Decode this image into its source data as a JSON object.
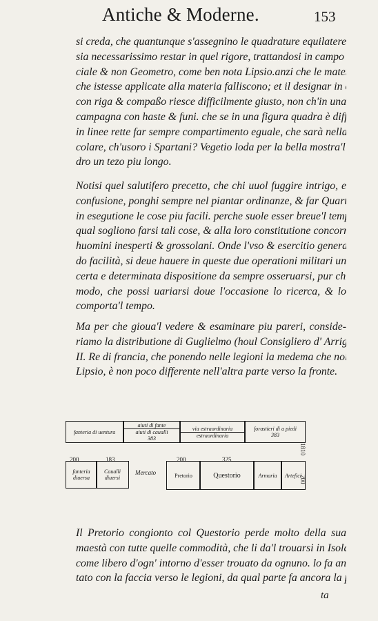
{
  "header": {
    "title": "Antiche & Moderne.",
    "page_number": "153"
  },
  "paragraph1": [
    "si creda, che quantunque s'assegnino le quadrature equilatere,",
    "sia necessarissimo restar in quel rigore, trattandosi in campo Mar-",
    "ciale & non Geometro, come ben nota Lipsio.anzi che le matemati",
    "che istesse applicate alla materia falliscono; et il designar in carta",
    "con riga & compaßo riesce difficilmente giusto, non ch'in una grã",
    "campagna con haste & funi. che se in una figura quadra è difficile",
    "in linee rette far sempre compartimento eguale, che sarà nella cir-",
    "colare, ch'usoro i Spartani? Vegetio loda per la bella mostra'l squa",
    "dro un tezo piu longo."
  ],
  "paragraph2": [
    "Notisi quel salutifero precetto, che chi uuol fuggire intrigo, e",
    "confusione, ponghi sempre nel piantar ordinanze, & far Quartieri",
    "in esegutione le cose piu facili. perche suole esser breue'l tempo, in",
    "qual sogliono farsi tali cose, & alla loro constitutione concorrono",
    "huomini inesperti & grossolani. Onde l'vso & esercitio generan-",
    "do facilità, si deue hauere in queste due operationi militari una",
    "certa e determinata dispositione da sempre osseruarsi, pur ch'in",
    "modo, che possi uariarsi doue l'occasione lo ricerca, & lo comporta'l tempo."
  ],
  "paragraph3": [
    "Ma per che gioua'l vedere & esaminare piu pareri, conside-",
    "riamo la distributione di Guglielmo (houl Consigliero d' Arrigo.",
    "II. Re di francia, che ponendo nelle legioni la medema che noi con",
    "Lipsio, è non poco differente nell'altra parte verso la fronte."
  ],
  "diagram": {
    "top_row": [
      {
        "label": "fanteria di uentura"
      },
      {
        "label_top": "aiuti di fante",
        "label": "aiuti di caualli",
        "num": "383"
      },
      {
        "label_top": "via estraordinaria",
        "label": "estraordinaria"
      },
      {
        "label": "forastieri di a piedi",
        "num": "383"
      }
    ],
    "bottom_left": [
      {
        "label": "fanteria diuersa",
        "num": "200"
      },
      {
        "label": "Caualli diuersi",
        "num": "183"
      }
    ],
    "mercato": "Mercato",
    "bottom_right": [
      {
        "label": "Pretorio",
        "num": "200"
      },
      {
        "label": "Questorio",
        "num": "325"
      },
      {
        "label": "Armaria"
      },
      {
        "label": "Artefici"
      }
    ],
    "side_numbers": [
      "1810",
      "200"
    ]
  },
  "paragraph4": [
    "Il Pretorio congionto col Questorio perde molto della sua",
    "maestà con tutte quelle commodità, che li da'l trouarsi in Isola",
    "come libero d'ogn' intorno d'esser trouato da ognuno. lo fa anco vol",
    "tato con la faccia verso le legioni, da qual parte fa ancora la por-"
  ],
  "catchword": "ta"
}
